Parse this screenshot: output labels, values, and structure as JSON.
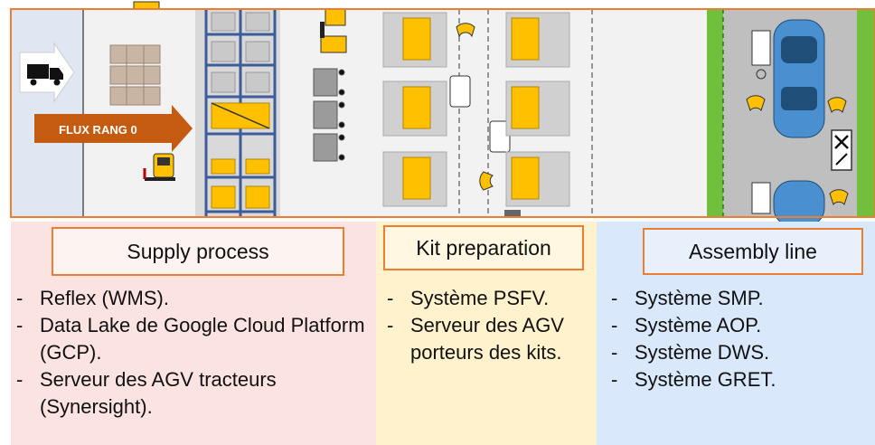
{
  "scene": {
    "flux_label": "FLUX RANG 0"
  },
  "panels": {
    "supply": {
      "title": "Supply process",
      "items": [
        "Reflex (WMS).",
        "Data Lake de Google Cloud Platform (GCP).",
        "Serveur des AGV tracteurs (Synersight)."
      ]
    },
    "kit": {
      "title": "Kit preparation",
      "items": [
        "Système PSFV.",
        "Serveur des AGV porteurs des kits."
      ]
    },
    "assembly": {
      "title": "Assembly line",
      "items": [
        "Système SMP.",
        "Système AOP.",
        "Système DWS.",
        "Système GRET."
      ]
    }
  },
  "colors": {
    "accent_orange": "#ed7d31",
    "box_yellow": "#ffc000",
    "car_blue": "#4a8fd0",
    "rack_blue": "#3e5c9a",
    "grass_green": "#70bf3d"
  }
}
